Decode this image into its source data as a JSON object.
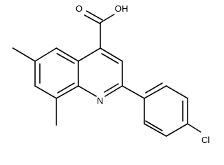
{
  "diagram": {
    "type": "chemical-structure",
    "atom_labels": {
      "carboxyl_o_double": "O",
      "carboxyl_oh": "OH",
      "ring_n": "N",
      "chlorine": "Cl"
    },
    "colors": {
      "bond": "#000000",
      "label": "#000000",
      "background": "#ffffff"
    }
  }
}
